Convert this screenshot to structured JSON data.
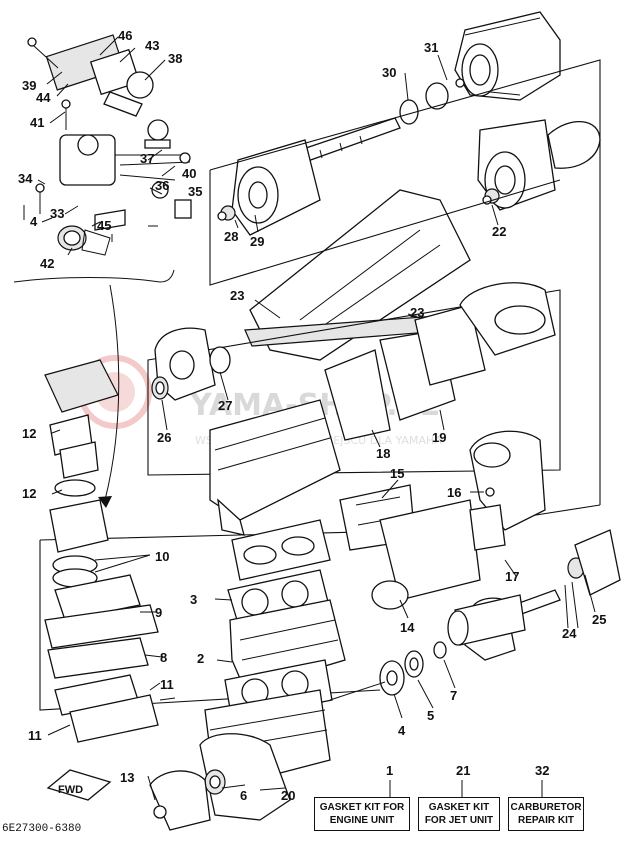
{
  "watermark": {
    "brand": "YAMA-SHOP.PL",
    "tagline": "WSZYSTKO W JEDNYM MIEJSCU DLA YAMAHA"
  },
  "callouts": {
    "n1": "1",
    "n2": "2",
    "n3": "3",
    "n4": "4",
    "n5": "5",
    "n6": "6",
    "n7": "7",
    "n8": "8",
    "n9": "9",
    "n10": "10",
    "n11a": "11",
    "n11b": "11",
    "n12a": "12",
    "n12b": "12",
    "n13": "13",
    "n14": "14",
    "n15": "15",
    "n16": "16",
    "n17": "17",
    "n18": "18",
    "n19": "19",
    "n20": "20",
    "n21": "21",
    "n22": "22",
    "n23a": "23",
    "n23b": "23",
    "n24": "24",
    "n25": "25",
    "n26": "26",
    "n27": "27",
    "n28": "28",
    "n29": "29",
    "n30": "30",
    "n31": "31",
    "n32": "32",
    "n33": "33",
    "n34": "34",
    "n35": "35",
    "n36": "36",
    "n37": "37",
    "n38": "38",
    "n39": "39",
    "n40": "40",
    "n41": "41",
    "n42": "42",
    "n43": "43",
    "n44": "44",
    "n45": "45",
    "n46": "46",
    "n4b": "4"
  },
  "kits": [
    {
      "number": "1",
      "line1": "GASKET KIT FOR",
      "line2": "ENGINE UNIT"
    },
    {
      "number": "21",
      "line1": "GASKET KIT",
      "line2": "FOR JET UNIT"
    },
    {
      "number": "32",
      "line1": "CARBURETOR",
      "line2": "REPAIR KIT"
    }
  ],
  "fwd_label": "FWD",
  "drawing_code": "6E27300-6380"
}
